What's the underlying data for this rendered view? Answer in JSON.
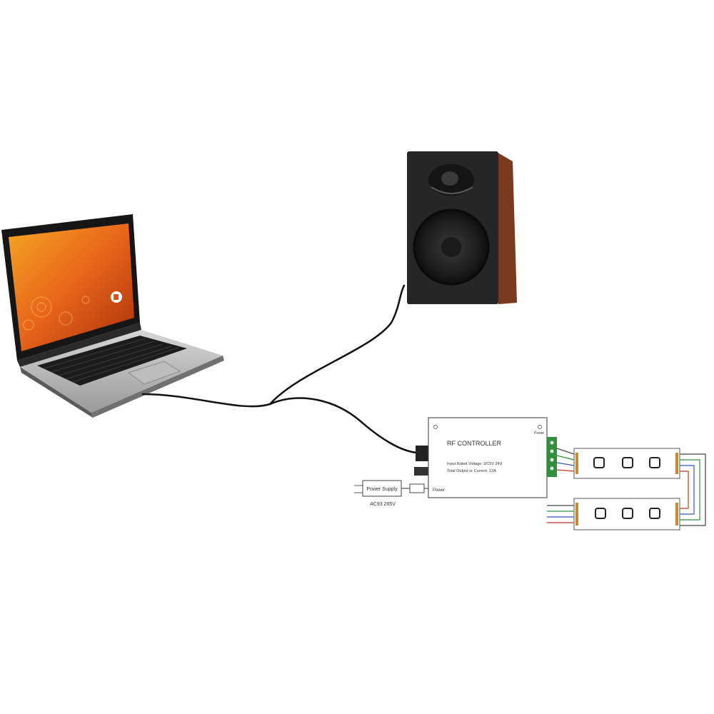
{
  "controller": {
    "title": "RF CONTROLLER",
    "spec_line_1": "Input Rated Voltage: DC5V 24V",
    "spec_line_2": "Total Output or Current: 12A",
    "power_label": "Power",
    "output_label": "Power"
  },
  "power_supply": {
    "label": "Power Supply",
    "ac_label": "AC93 265V"
  },
  "colors": {
    "cable": "#111111",
    "laptop_screen": "#e8641a",
    "speaker_body": "#2a2a2a",
    "speaker_side": "#7a3a1e",
    "terminal_green": "#2f8f3a"
  }
}
